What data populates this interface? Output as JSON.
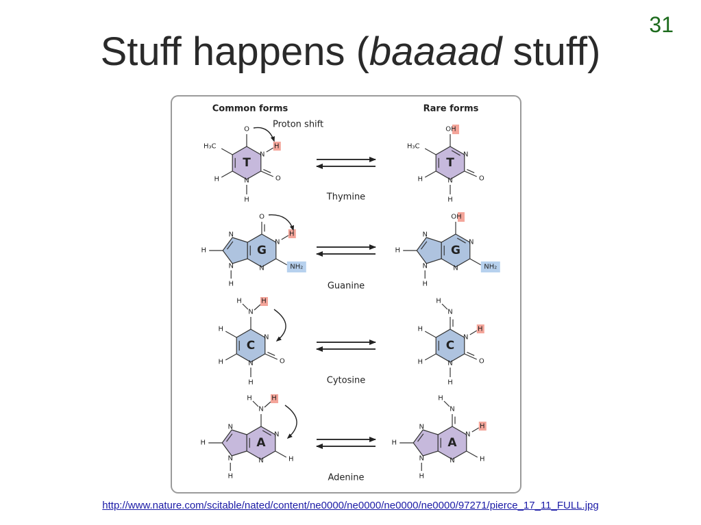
{
  "slide": {
    "number": "31",
    "title_before": "Stuff happens (",
    "title_emphasis": "baaaad",
    "title_after": " stuff)",
    "source_url": "http://www.nature.com/scitable/nated/content/ne0000/ne0000/ne0000/ne0000/97271/pierce_17_11_FULL.jpg"
  },
  "figure": {
    "header_common": "Common forms",
    "header_rare": "Rare forms",
    "proton_shift": "Proton shift",
    "bases": [
      {
        "name": "Thymine",
        "letter": "T"
      },
      {
        "name": "Guanine",
        "letter": "G"
      },
      {
        "name": "Cytosine",
        "letter": "C"
      },
      {
        "name": "Adenine",
        "letter": "A"
      }
    ],
    "atoms": {
      "H": "H",
      "N": "N",
      "O": "O",
      "OH": "OH",
      "CH3": "H₃C",
      "NH2": "NH₂"
    },
    "colors": {
      "purine_pyrimidine_purple": "#c6b9dc",
      "pyrimidine_blue": "#aec3df",
      "highlight_red": "#f4a59a",
      "highlight_blue": "#b7d1ee",
      "panel_border": "#9a9a9a"
    }
  }
}
